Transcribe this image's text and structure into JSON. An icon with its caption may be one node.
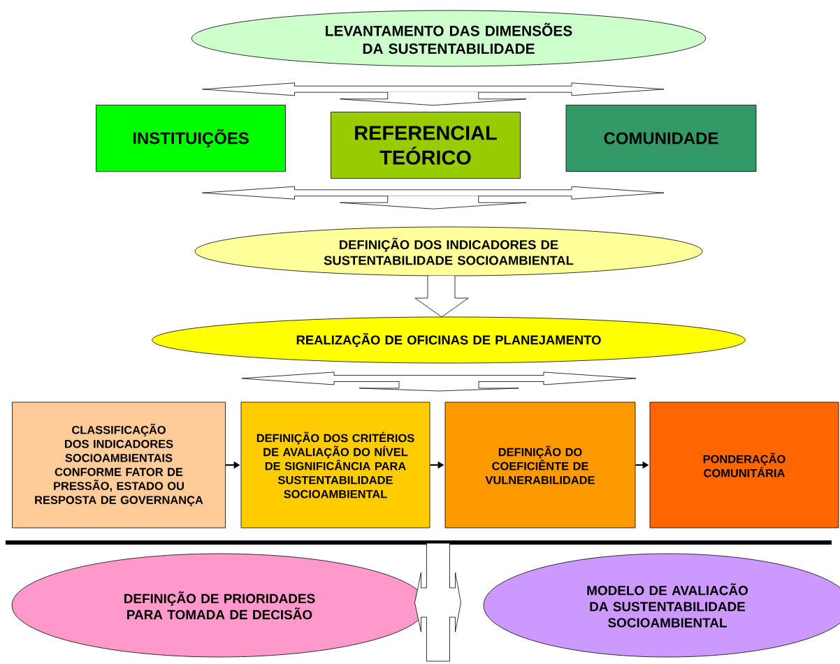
{
  "diagram": {
    "nodes": [
      {
        "text": [
          "LEVANTAMENTO DAS DIMENSÕES DA SUSTENTABILIDADE"
        ]
      },
      {
        "text": [
          "INSTITUIÇÕES"
        ]
      },
      {
        "text": [
          "REFERENCIAL TEÓRICO"
        ]
      },
      {
        "text": [
          "COMUNIDADE"
        ]
      },
      {
        "text": [
          "DEFINIÇÃO DOS INDICADORES DE SUSTENTABILIDADE SOCIOAMBIENTAL"
        ]
      },
      {
        "text": [
          "REALIZAÇÃO DE OFICINAS DE PLANEJAMENTO"
        ]
      },
      {
        "text": [
          "CLASSIFICAÇÃO DOS INDICADORES SOCIOAMBIENTAIS CONFORME FATOR DE PRESSÃO, ESTADO OU RESPOSTA DE GOVERNANÇA"
        ]
      },
      {
        "text": [
          "DEFINIÇÃO DOS CRITÉRIOS DE AVALIAÇÃO DO NÍVEL DE SIGNIFICÂNCIA PARA SUSTENTABILIDADE SOCIOAMBIENTAL"
        ]
      },
      {
        "text": [
          "DEFINIÇÃO DO COEFICIÊNTE DE VULNERABILIDADE"
        ]
      },
      {
        "text": [
          "PONDERAÇÃO COMUNITÁRIA"
        ]
      },
      {
        "text": [
          "DEFINIÇÃO DE PRIORIDADES PARA TOMADA DE DECISÃO"
        ]
      },
      {
        "text": [
          "MODELO DE AVALIACÃO DA SUSTENTABILIDADE SOCIOAMBIENTAL"
        ]
      }
    ],
    "edges": [
      {
        "from": 1,
        "to": 3,
        "arrow": "both"
      },
      {
        "from": 0,
        "to": 2,
        "arrow": "to"
      },
      {
        "from": 1,
        "to": 3,
        "arrow": "both"
      },
      {
        "from": 2,
        "to": 4,
        "arrow": "to"
      },
      {
        "from": 4,
        "to": 5,
        "arrow": "to"
      },
      {
        "from": 7,
        "to": 8,
        "arrow": "both"
      },
      {
        "from": 5,
        "to": 7,
        "arrow": "to"
      },
      {
        "from": 6,
        "to": 7,
        "arrow": "to"
      },
      {
        "from": 7,
        "to": 8,
        "arrow": "to"
      },
      {
        "from": 8,
        "to": 9,
        "arrow": "to"
      },
      {
        "from": 10,
        "to": 11,
        "arrow": "both"
      }
    ]
  }
}
